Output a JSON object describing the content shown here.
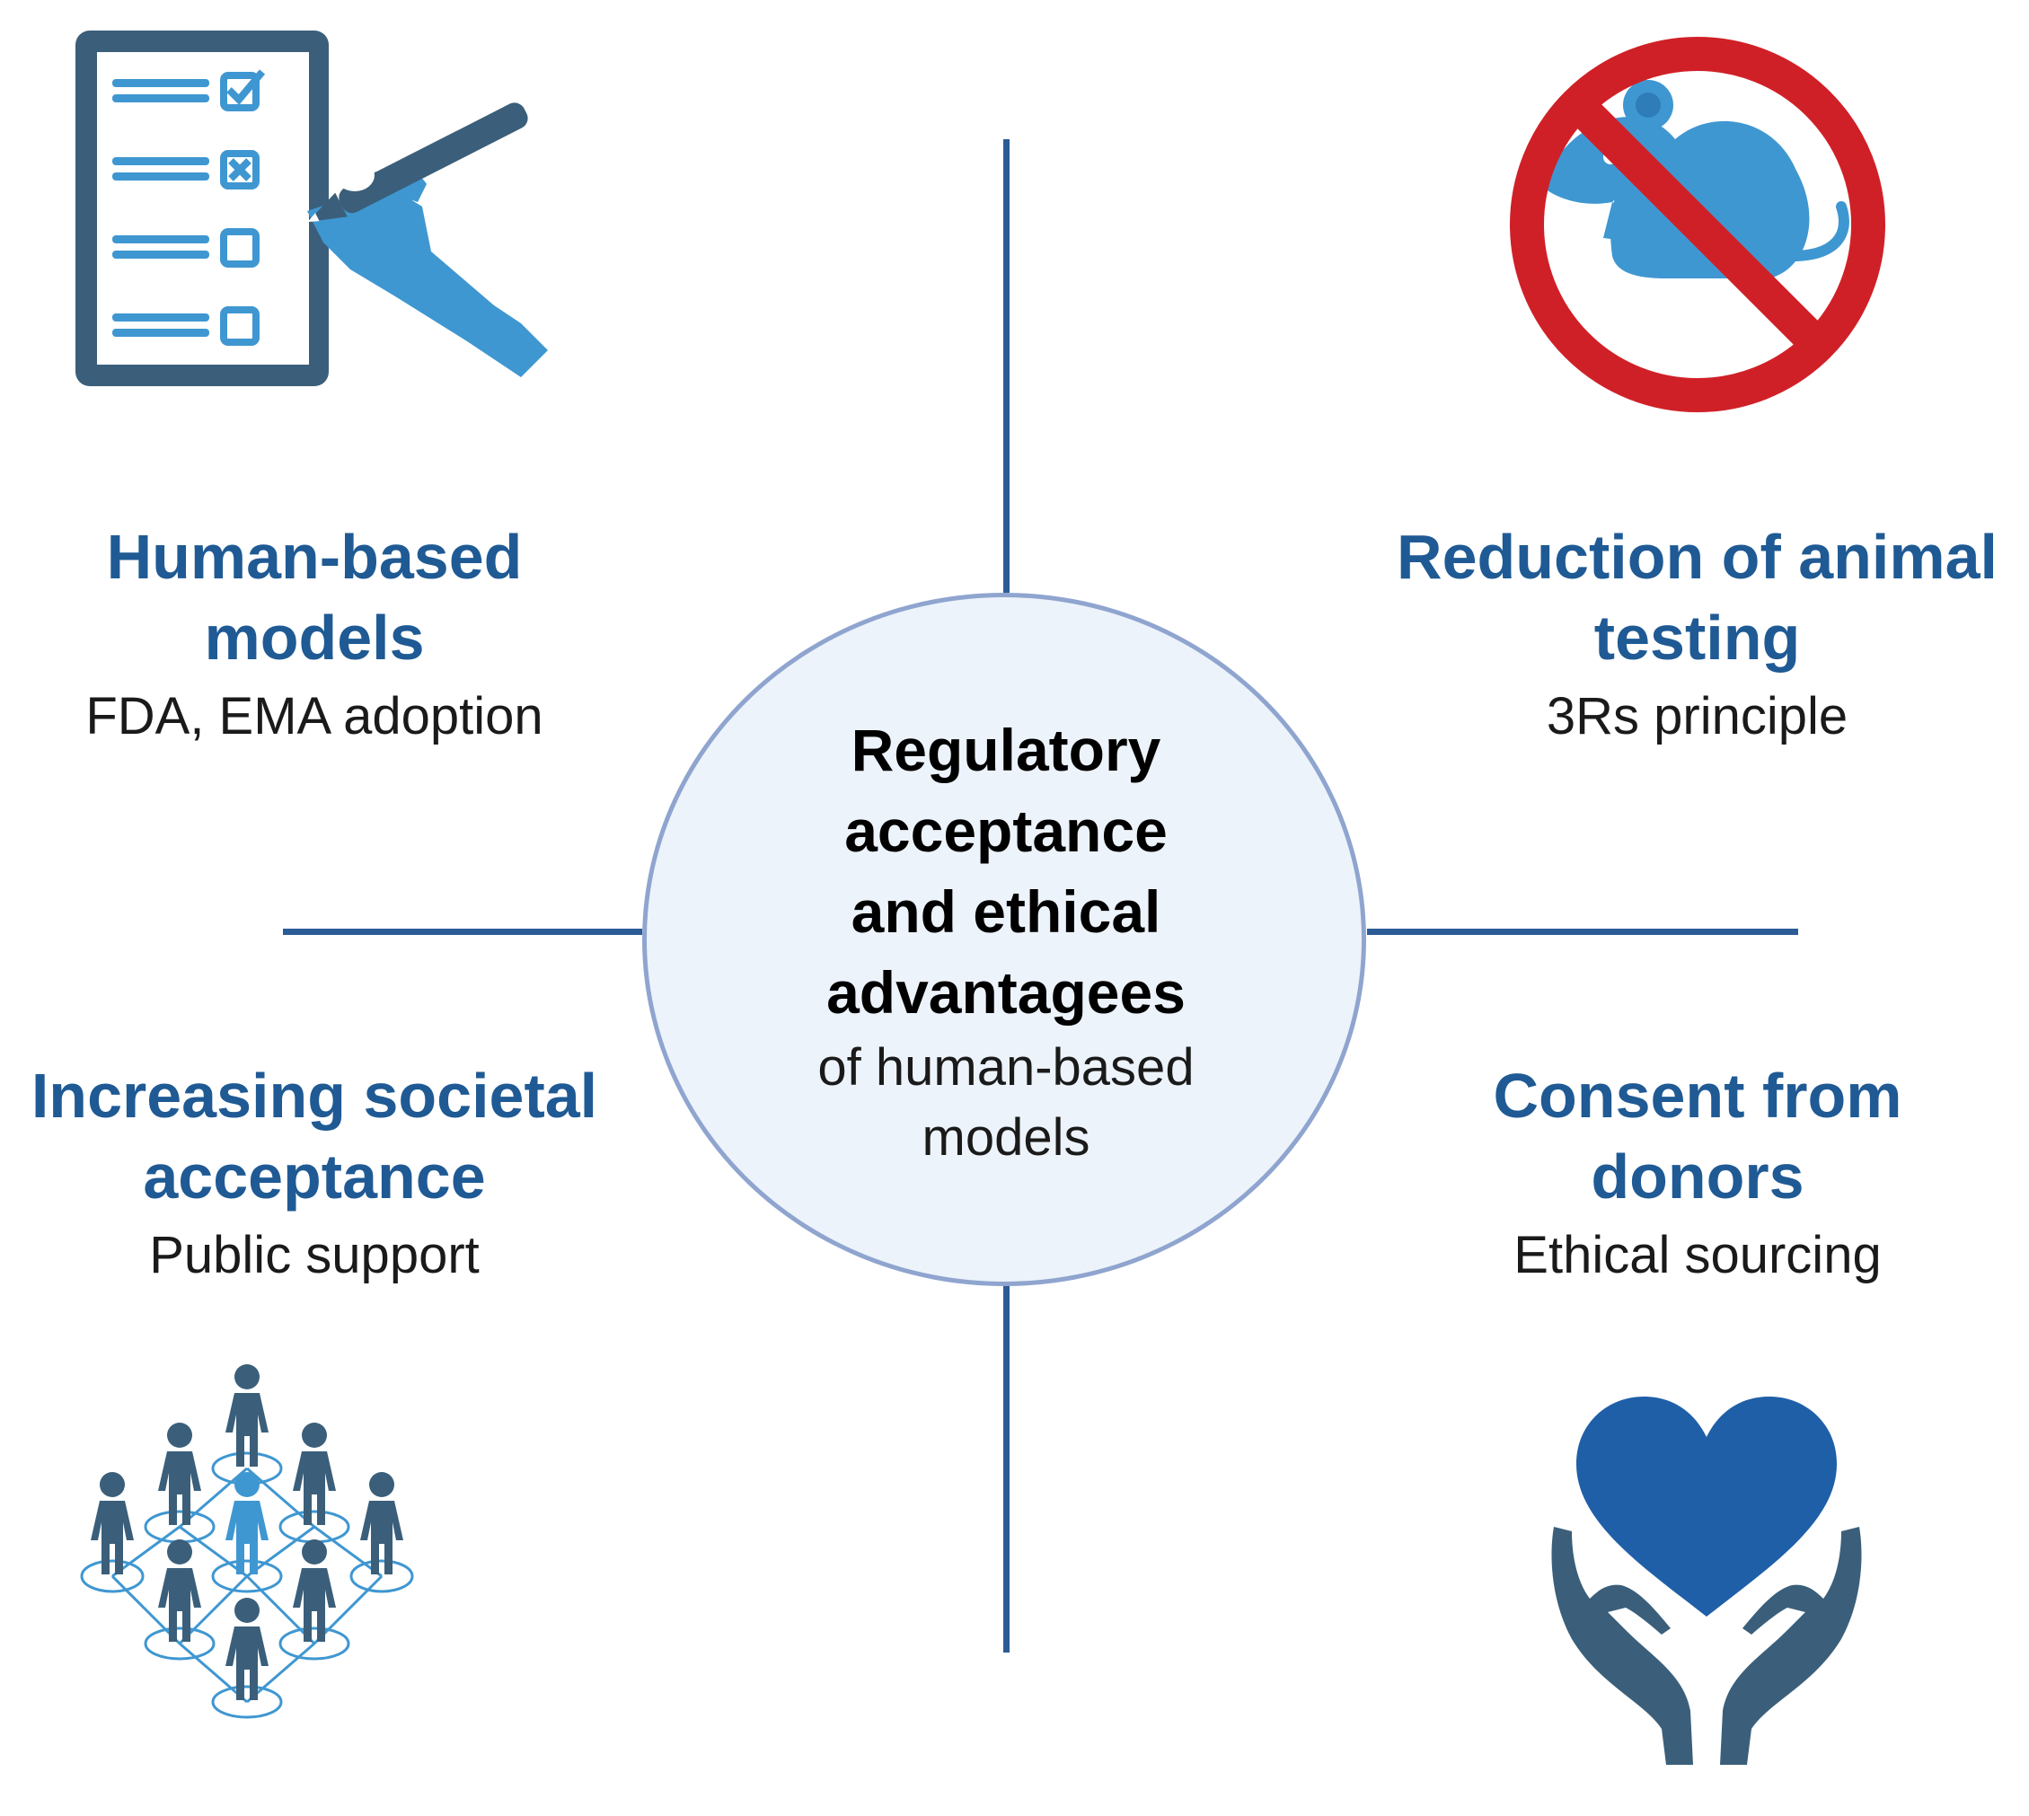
{
  "center": {
    "title_lines": [
      "Regulatory",
      "acceptance",
      "and ethical",
      "advantagees"
    ],
    "subtitle_lines": [
      "of human-based",
      "models"
    ]
  },
  "quadrants": {
    "top_left": {
      "title_lines": [
        "Human-based",
        "models"
      ],
      "subtitle": "FDA, EMA adoption",
      "icon": "checklist-hand-icon"
    },
    "top_right": {
      "title_lines": [
        "Reduction of animal",
        "testing"
      ],
      "subtitle": "3Rs principle",
      "icon": "no-animal-testing-icon"
    },
    "bottom_left": {
      "title_lines": [
        "Increasing societal",
        "acceptance"
      ],
      "subtitle": "Public support",
      "icon": "people-network-icon"
    },
    "bottom_right": {
      "title_lines": [
        "Consent from",
        "donors"
      ],
      "subtitle": "Ethical sourcing",
      "icon": "heart-hands-icon"
    }
  },
  "colors": {
    "title_blue": "#1f5a94",
    "line_blue": "#2b5c96",
    "icon_dark": "#3b5f7a",
    "icon_light": "#3f97d1",
    "prohibit_red": "#d02027",
    "heart_blue": "#1f5fa8",
    "circle_fill": "#edf3fb",
    "circle_border": "#8fa5cf"
  }
}
